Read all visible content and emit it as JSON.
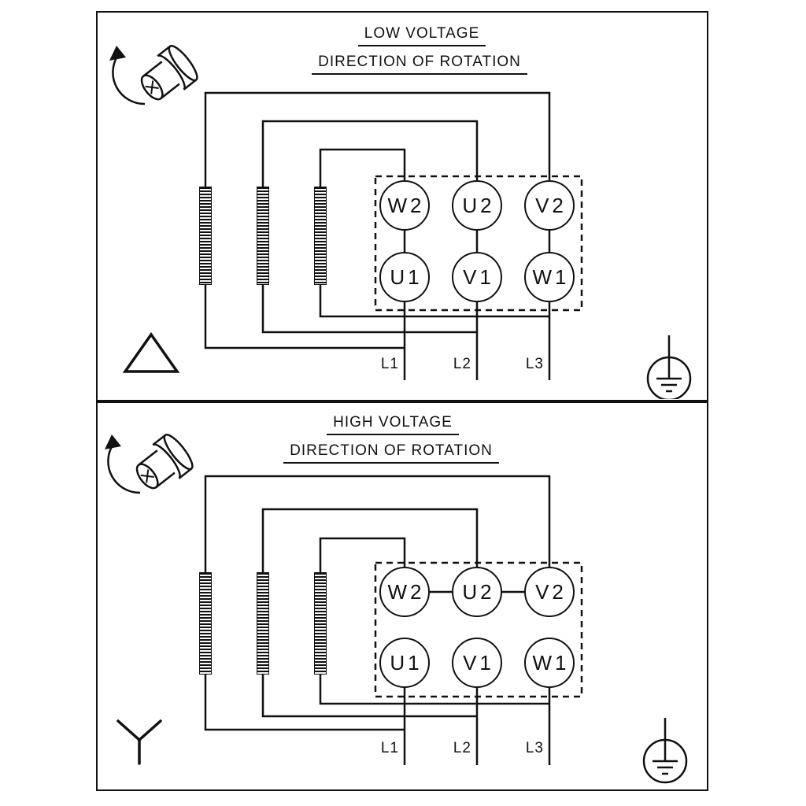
{
  "page": {
    "background": "#ffffff",
    "line_color": "#111111"
  },
  "panels": [
    {
      "name": "low-voltage",
      "title": "LOW VOLTAGE",
      "subtitle": "DIRECTION OF ROTATION",
      "connection_symbol": "delta",
      "terminals_top": [
        "W2",
        "U2",
        "V2"
      ],
      "terminals_bottom": [
        "U1",
        "V1",
        "W1"
      ],
      "line_labels": [
        "L1",
        "L2",
        "L3"
      ]
    },
    {
      "name": "high-voltage",
      "title": "HIGH VOLTAGE",
      "subtitle": "DIRECTION OF ROTATION",
      "connection_symbol": "star",
      "terminals_top": [
        "W2",
        "U2",
        "V2"
      ],
      "terminals_bottom": [
        "U1",
        "V1",
        "W1"
      ],
      "line_labels": [
        "L1",
        "L2",
        "L3"
      ]
    }
  ]
}
